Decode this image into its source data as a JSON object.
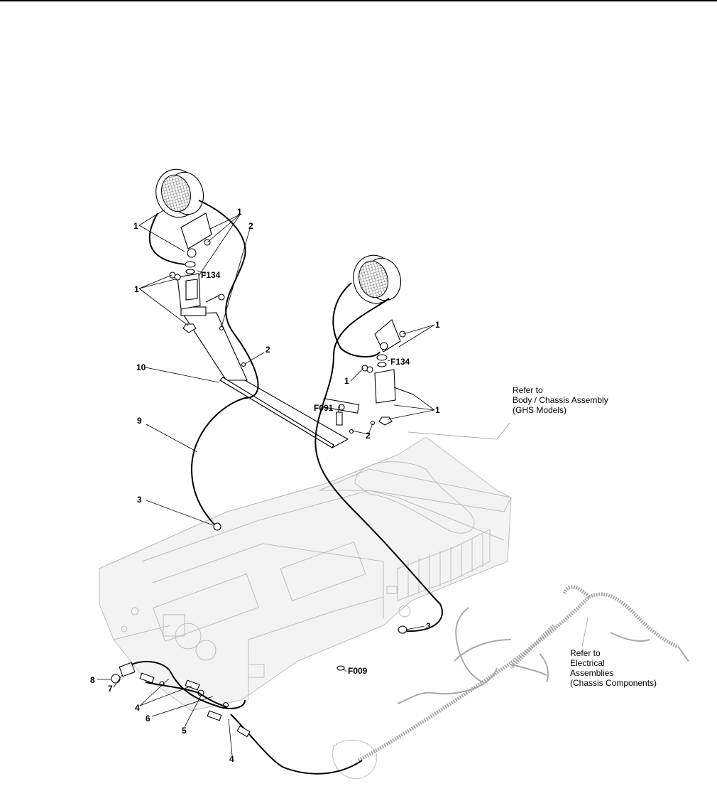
{
  "callouts": {
    "c1a": "1",
    "c1b": "1",
    "c1c": "1",
    "c1d": "1",
    "c1e": "1",
    "c1f": "1",
    "c2a": "2",
    "c2b": "2",
    "c2c": "2",
    "c3a": "3",
    "c3b": "3",
    "c4a": "4",
    "c4b": "4",
    "c5": "5",
    "c6": "6",
    "c7": "7",
    "c8": "8",
    "c9": "9",
    "c10": "10",
    "f134a": "F134",
    "f134b": "F134",
    "f091": "F091",
    "f009": "F009"
  },
  "notes": {
    "body_chassis": [
      "Refer to",
      "Body / Chassis Assembly",
      "(GHS Models)"
    ],
    "electrical": [
      "Refer to",
      "Electrical",
      "Assemblies",
      "(Chassis Components)"
    ]
  }
}
